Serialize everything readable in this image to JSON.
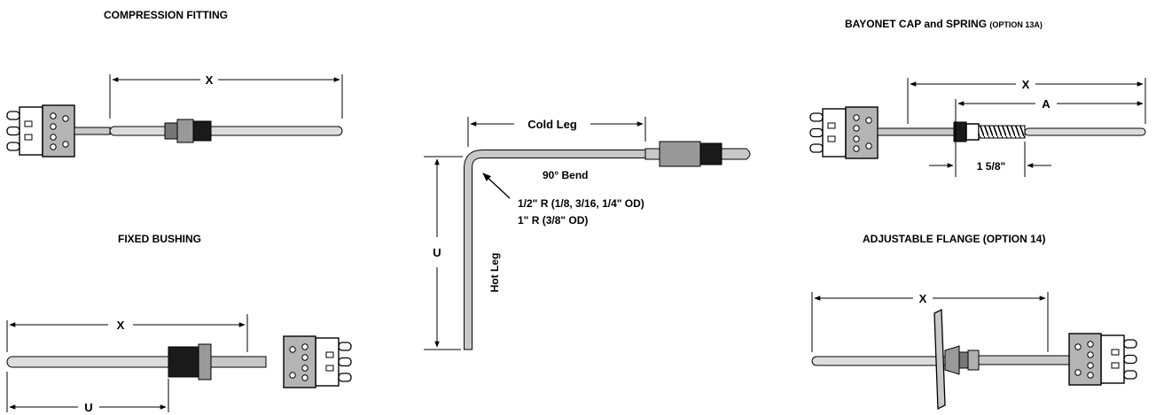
{
  "titles": {
    "compression_fitting": "COMPRESSION FITTING",
    "fixed_bushing": "FIXED BUSHING",
    "bayonet_cap": "BAYONET CAP and SPRING",
    "bayonet_option": "(OPTION 13A)",
    "adjustable_flange": "ADJUSTABLE FLANGE (OPTION 14)"
  },
  "dimensions": {
    "x": "X",
    "u": "U",
    "a": "A",
    "spring_length": "1 5/8\""
  },
  "bend": {
    "cold_leg": "Cold Leg",
    "hot_leg": "Hot Leg",
    "bend_label": "90° Bend",
    "radius_small": "1/2\" R  (1/8, 3/16, 1/4\" OD)",
    "radius_large": "1\" R  (3/8\" OD)"
  },
  "colors": {
    "ink": "#000000",
    "sheath": "#c8c8c8",
    "connector": "#b4b4b4",
    "fitting": "#777777",
    "thread": "#1a1a1a"
  }
}
